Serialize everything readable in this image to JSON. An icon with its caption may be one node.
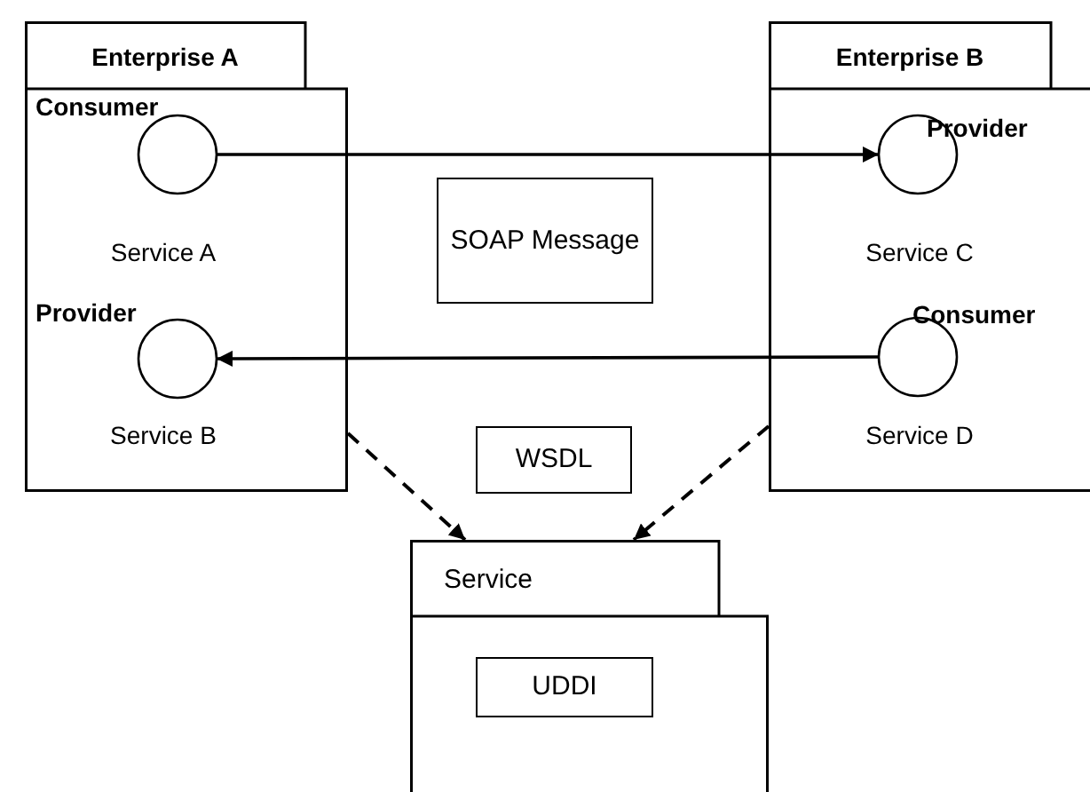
{
  "diagram": {
    "nodes": [
      {
        "text": [
          "Enterprise A"
        ]
      },
      {
        "text": [
          "Consumer",
          "Service A"
        ],
        "in": 0
      },
      {
        "text": [
          "Provider",
          "Service B"
        ],
        "in": 0
      },
      {
        "text": [
          "SOAP Message"
        ]
      },
      {
        "text": [
          "Enterprise B"
        ]
      },
      {
        "text": [
          "Provider",
          "Service C"
        ],
        "in": 4
      },
      {
        "text": [
          "Consumer",
          "Service D"
        ],
        "in": 4
      },
      {
        "text": [
          "WSDL"
        ]
      },
      {
        "text": [
          "Service"
        ]
      },
      {
        "text": [
          "UDDI"
        ],
        "in": 8
      }
    ],
    "edges": [
      {
        "from": 1,
        "to": 5,
        "arrow": "to"
      },
      {
        "from": 6,
        "to": 2,
        "arrow": "to"
      },
      {
        "from": 0,
        "to": 8,
        "arrow": "to",
        "style": "dashed"
      },
      {
        "from": 4,
        "to": 8,
        "arrow": "to",
        "style": "dashed"
      }
    ]
  }
}
